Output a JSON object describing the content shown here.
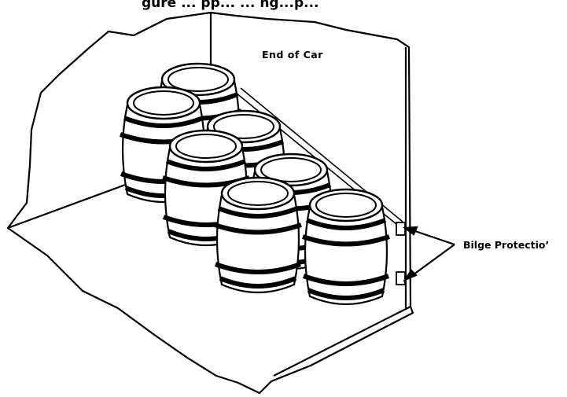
{
  "figure": {
    "title_fragment": "gure ... pp... ... ng...p...",
    "end_of_car_label": "End of Car",
    "bilge_protection_label": "Bilge Protectio’",
    "colors": {
      "ink": "#000000",
      "paper": "#ffffff"
    }
  }
}
